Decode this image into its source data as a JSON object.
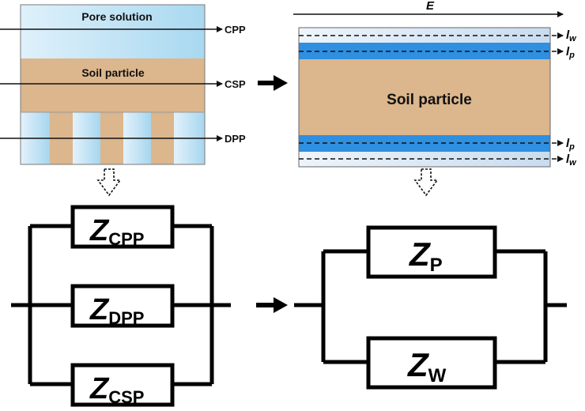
{
  "left_panel": {
    "pore_solution": "Pore solution",
    "soil_particle": "Soil particle",
    "paths": [
      "CPP",
      "CSP",
      "DPP"
    ]
  },
  "right_panel": {
    "field": "E",
    "soil_particle": "Soil particle",
    "layer_top_w": "l",
    "layer_top_w_sub": "w",
    "layer_top_p": "l",
    "layer_top_p_sub": "p",
    "layer_bot_p": "l",
    "layer_bot_p_sub": "p",
    "layer_bot_w": "l",
    "layer_bot_w_sub": "w"
  },
  "left_circuit": {
    "z1": "Z",
    "z1_sub": "CPP",
    "z2": "Z",
    "z2_sub": "DPP",
    "z3": "Z",
    "z3_sub": "CSP"
  },
  "right_circuit": {
    "z1": "Z",
    "z1_sub": "P",
    "z2": "Z",
    "z2_sub": "W"
  },
  "colors": {
    "pore_blue": "#bfe3f3",
    "soil_tan": "#dcb68c",
    "water_layer": "#2f8fe0",
    "light_layer": "#d6e6f6"
  }
}
